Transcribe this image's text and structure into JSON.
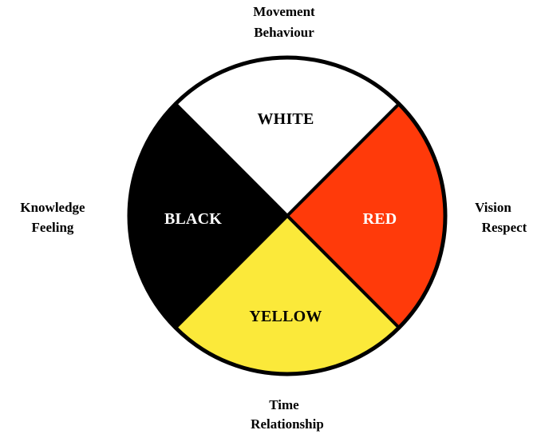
{
  "wheel": {
    "quadrants": {
      "top": {
        "label": "WHITE",
        "fill": "#ffffff",
        "text_color": "#000000"
      },
      "right": {
        "label": "RED",
        "fill": "#ff3a0a",
        "text_color": "#ffffff"
      },
      "bottom": {
        "label": "YELLOW",
        "fill": "#fbe93a",
        "text_color": "#000000"
      },
      "left": {
        "label": "BLACK",
        "fill": "#000000",
        "text_color": "#ffffff"
      }
    },
    "outline_color": "#000000"
  },
  "directions": {
    "top": {
      "line1": "Movement",
      "line2": "Behaviour"
    },
    "right": {
      "line1": "Vision",
      "line2": "Respect"
    },
    "bottom": {
      "line1": "Time",
      "line2": "Relationship"
    },
    "left": {
      "line1": "Knowledge",
      "line2": "Feeling"
    }
  }
}
